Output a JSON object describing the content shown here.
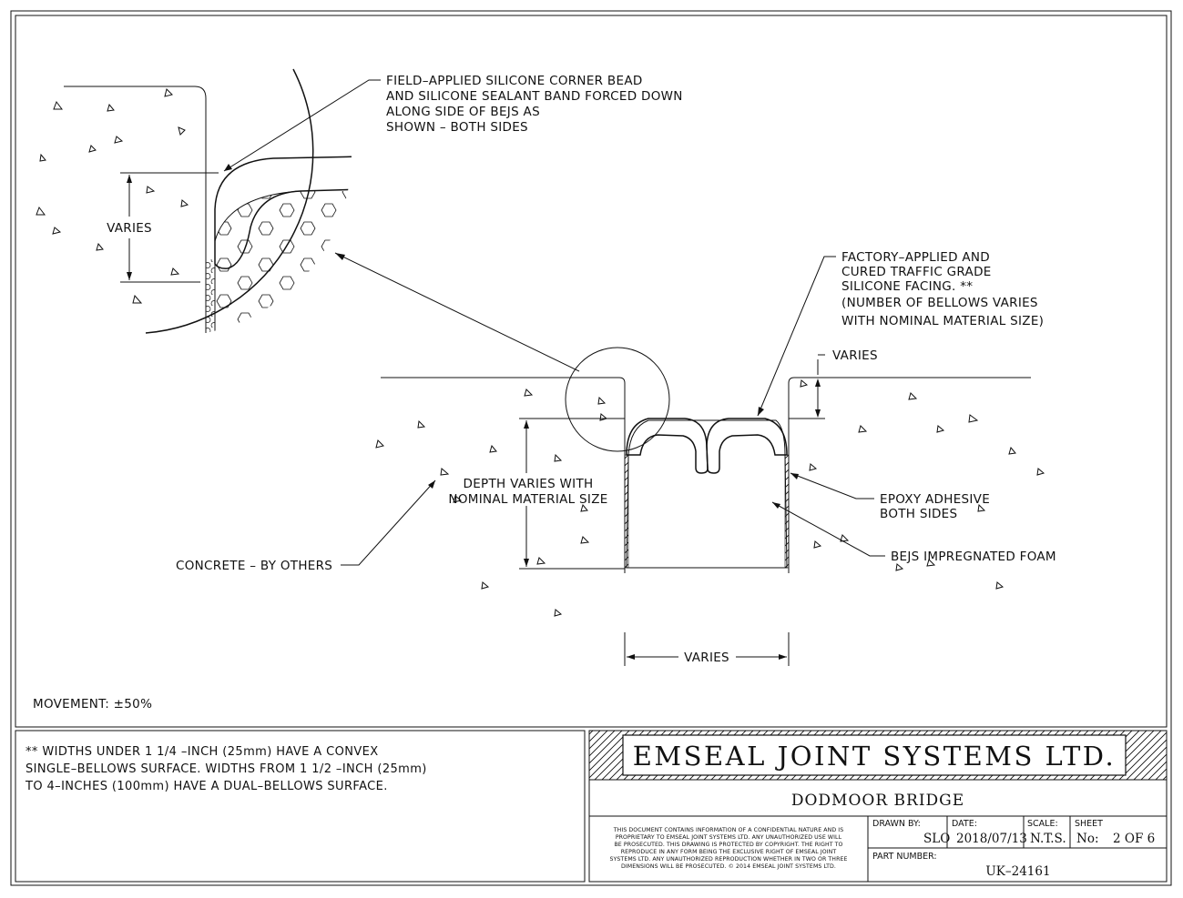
{
  "labels": {
    "field_applied": [
      "FIELD–APPLIED SILICONE CORNER BEAD",
      "AND SILICONE SEALANT BAND FORCED DOWN",
      "ALONG SIDE OF BEJS AS",
      "SHOWN – BOTH SIDES"
    ],
    "varies_detail": "VARIES",
    "factory_applied": [
      "FACTORY–APPLIED AND",
      "CURED TRAFFIC GRADE",
      "SILICONE FACING. **",
      "(NUMBER OF BELLOWS VARIES",
      "WITH NOMINAL MATERIAL SIZE)"
    ],
    "varies_right": "VARIES",
    "depth_varies": [
      "DEPTH VARIES WITH",
      "NOMINAL MATERIAL SIZE"
    ],
    "concrete": "CONCRETE – BY OTHERS",
    "epoxy": [
      "EPOXY ADHESIVE",
      "BOTH SIDES"
    ],
    "foam": "BEJS IMPREGNATED FOAM",
    "varies_bottom": "VARIES",
    "movement": "MOVEMENT: ±50%"
  },
  "notes": [
    "** WIDTHS UNDER 1 1/4 –INCH  (25mm) HAVE A CONVEX",
    "SINGLE–BELLOWS SURFACE. WIDTHS FROM 1 1/2 –INCH (25mm)",
    "TO 4–INCHES (100mm) HAVE A DUAL–BELLOWS SURFACE."
  ],
  "title_block": {
    "company": "EMSEAL JOINT SYSTEMS LTD.",
    "project": "DODMOOR BRIDGE",
    "legal": [
      "THIS DOCUMENT CONTAINS INFORMATION OF A CONFIDENTIAL NATURE AND IS",
      "PROPRIETARY TO EMSEAL JOINT SYSTEMS LTD. ANY UNAUTHORIZED USE WILL",
      "BE PROSECUTED. THIS DRAWING IS PROTECTED BY COPYRIGHT. THE RIGHT TO",
      "REPRODUCE IN ANY FORM BEING THE EXCLUSIVE RIGHT OF EMSEAL JOINT",
      "SYSTEMS LTD. ANY UNAUTHORIZED REPRODUCTION WHETHER IN TWO OR THREE",
      "DIMENSIONS WILL BE PROSECUTED. © 2014 EMSEAL JOINT SYSTEMS LTD."
    ],
    "drawn_by_label": "DRAWN BY:",
    "drawn_by": "SLO",
    "date_label": "DATE:",
    "date": "2018/07/13",
    "scale_label": "SCALE:",
    "scale": "N.T.S.",
    "sheet_label": "SHEET",
    "sheet_no_label": "No:",
    "sheet": "2 OF 6",
    "part_number_label": "PART NUMBER:",
    "part_number": "UK–24161"
  },
  "colors": {
    "line": "#111111",
    "background": "#ffffff",
    "sealant": "#555555"
  }
}
